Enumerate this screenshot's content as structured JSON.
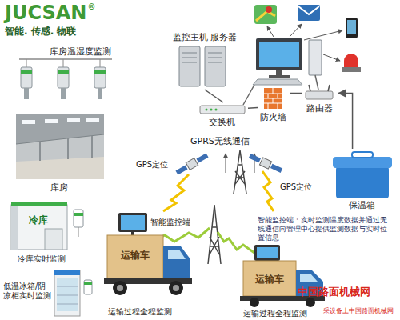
{
  "diagram": {
    "nodes": [
      {
        "text": [
          "监控主机 服务器"
        ]
      },
      {
        "text": [
          "交换机"
        ]
      },
      {
        "text": [
          "防火墙"
        ]
      },
      {
        "text": [
          "路由器"
        ]
      },
      {
        "text": [
          "库房"
        ]
      },
      {
        "text": [
          "保温箱"
        ]
      },
      {
        "text": [
          "冷库",
          "冷库实时监测"
        ]
      },
      {
        "text": [
          "运输车",
          "运输过程全程监测"
        ]
      },
      {
        "text": [
          "运输车",
          "运输过程全程监测"
        ]
      },
      {
        "text": [
          "低温冰箱/阴凉柜实时监测"
        ]
      }
    ],
    "edges": [
      {
        "from": 0,
        "to": 1,
        "arrow": "none"
      },
      {
        "from": 1,
        "to": 2,
        "arrow": "none"
      },
      {
        "from": 2,
        "to": 3,
        "arrow": "none"
      },
      {
        "from": 5,
        "to": 3,
        "arrow": "to"
      }
    ],
    "labels": [
      "JUCSAN",
      "®",
      "智能. 传感. 物联",
      "库房温湿度监测",
      "GPRS无线通信",
      "GPS定位",
      "GPS定位",
      "智能监控端",
      "智能监控端：实时监测温度数据并通过无线通信向管理中心提供监测数据与实时位置信息",
      "中国路面机械网",
      "采设备上中国路面机械网"
    ]
  }
}
